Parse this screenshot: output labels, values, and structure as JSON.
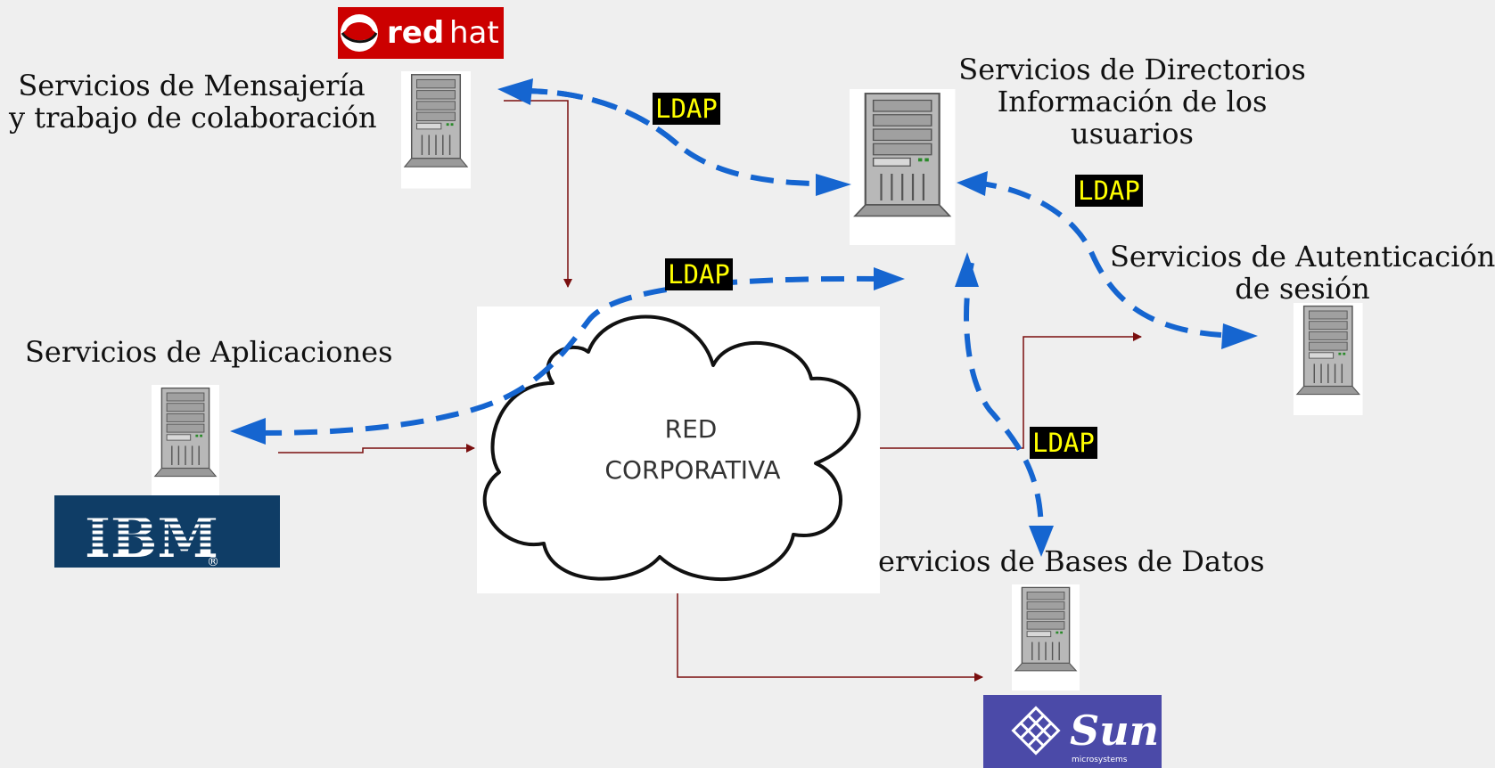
{
  "labels": {
    "mensajeria_line1": "Servicios de Mensajería",
    "mensajeria_line2": "y trabajo de colaboración",
    "directorios_line1": "Servicios de Directorios",
    "directorios_line2": "Información de los",
    "directorios_line3": "usuarios",
    "autenticacion_line1": "Servicios de Autenticación",
    "autenticacion_line2": "de sesión",
    "aplicaciones": "Servicios de Aplicaciones",
    "bases_datos": "ervicios de Bases de Datos"
  },
  "cloud": {
    "line1": "RED",
    "line2": "CORPORATIVA"
  },
  "ldap_tags": [
    "LDAP",
    "LDAP",
    "LDAP",
    "LDAP"
  ],
  "logos": {
    "redhat": {
      "text_a": "red",
      "text_b": "hat"
    },
    "ibm": {
      "text": "IBM",
      "mark": "®"
    },
    "sun": {
      "text": "Sun",
      "sub": "microsystems"
    }
  },
  "colors": {
    "ldap_arrow": "#1565d0",
    "network_line": "#7a0f0f",
    "redhat_bg": "#cc0000",
    "ibm_bg": "#0f3d66",
    "sun_bg": "#4b4aa8",
    "ldap_text": "#ffff00"
  }
}
